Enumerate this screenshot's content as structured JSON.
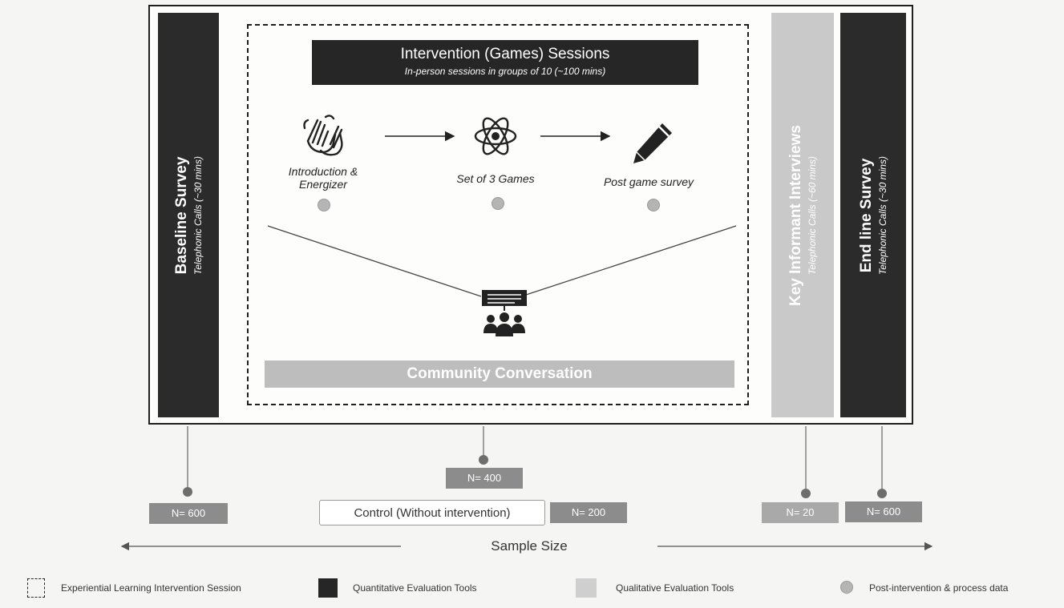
{
  "baseline": {
    "title": "Baseline Survey",
    "subtitle": "Telephonic Calls (~30 mins)"
  },
  "session": {
    "title": "Intervention (Games) Sessions",
    "subtitle": "In-person sessions in groups of 10 (~100 mins)",
    "steps": [
      {
        "label_line1": "Introduction &",
        "label_line2": "Energizer",
        "icon": "sign-hands-icon"
      },
      {
        "label": "Set of 3 Games",
        "icon": "atom-icon"
      },
      {
        "label": "Post game survey",
        "icon": "pencil-icon"
      }
    ],
    "community": "Community Conversation"
  },
  "kii": {
    "title": "Key Informant Interviews",
    "subtitle": "Telephonic Calls (~60 mins)"
  },
  "endline": {
    "title": "End line Survey",
    "subtitle": "Telephonic Calls (~30 mins)"
  },
  "samples": {
    "baseline_n": "N= 600",
    "intervention_n": "N= 400",
    "control_label": "Control (Without intervention)",
    "control_n": "N= 200",
    "kii_n": "N= 20",
    "endline_n": "N= 600",
    "axis_label": "Sample Size"
  },
  "legend": {
    "session": "Experiential Learning Intervention Session",
    "quant": "Quantitative Evaluation Tools",
    "qual": "Qualitative Evaluation Tools",
    "process": "Post-intervention & process data"
  },
  "colors": {
    "dark": "#2b2b2b",
    "light": "#c9c9c9",
    "dot": "#b5b5b5"
  }
}
